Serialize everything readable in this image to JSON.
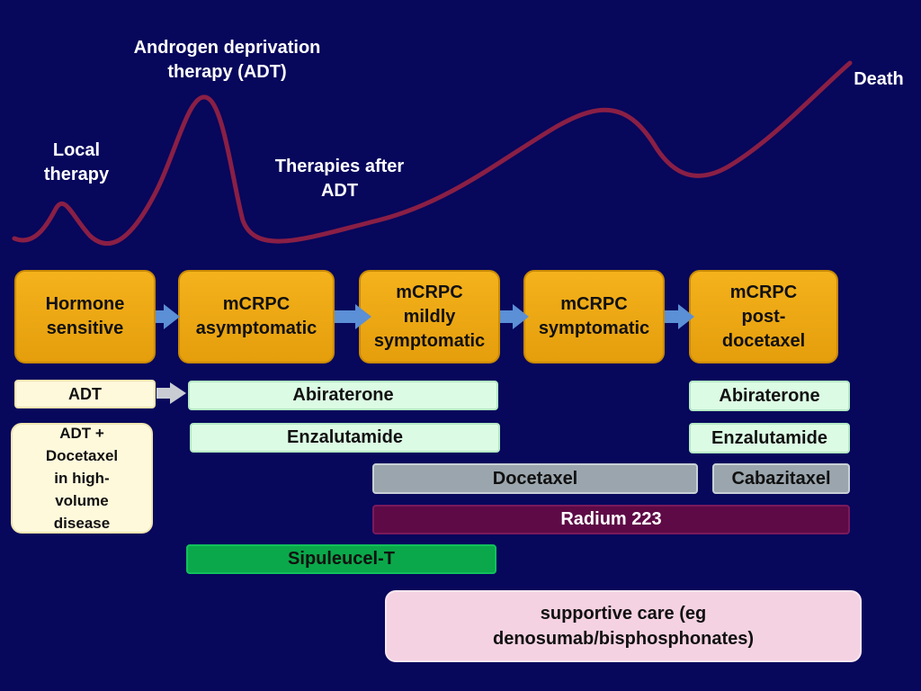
{
  "curve": {
    "labels": {
      "local": "Local\ntherapy",
      "adt": "Androgen deprivation\ntherapy (ADT)",
      "after": "Therapies after\nADT",
      "death": "Death"
    },
    "color": "#8a1f45"
  },
  "stages": [
    "Hormone\nsensitive",
    "mCRPC\nasymptomatic",
    "mCRPC\nmildly\nsymptomatic",
    "mCRPC\nsymptomatic",
    "mCRPC\npost-\ndocetaxel"
  ],
  "treatments": {
    "adt": "ADT",
    "adt_docetaxel": "ADT +\nDocetaxel\nin high-\nvolume\ndisease",
    "abiraterone_early": "Abiraterone",
    "enzalutamide_early": "Enzalutamide",
    "abiraterone_late": "Abiraterone",
    "enzalutamide_late": "Enzalutamide",
    "docetaxel": "Docetaxel",
    "cabazitaxel": "Cabazitaxel",
    "radium": "Radium 223",
    "sipuleucel": "Sipuleucel-T",
    "supportive": "supportive care (eg\ndenosumab/bisphosphonates)"
  },
  "colors": {
    "background": "#07075c",
    "stage": "#f0aa14",
    "arrow": "#5b8fd6",
    "mint": "#dcfbe4",
    "grey": "#9aa5ad",
    "radium": "#5e0a46",
    "sipuleucel": "#0aa84a",
    "supportive": "#f5d2e2"
  }
}
